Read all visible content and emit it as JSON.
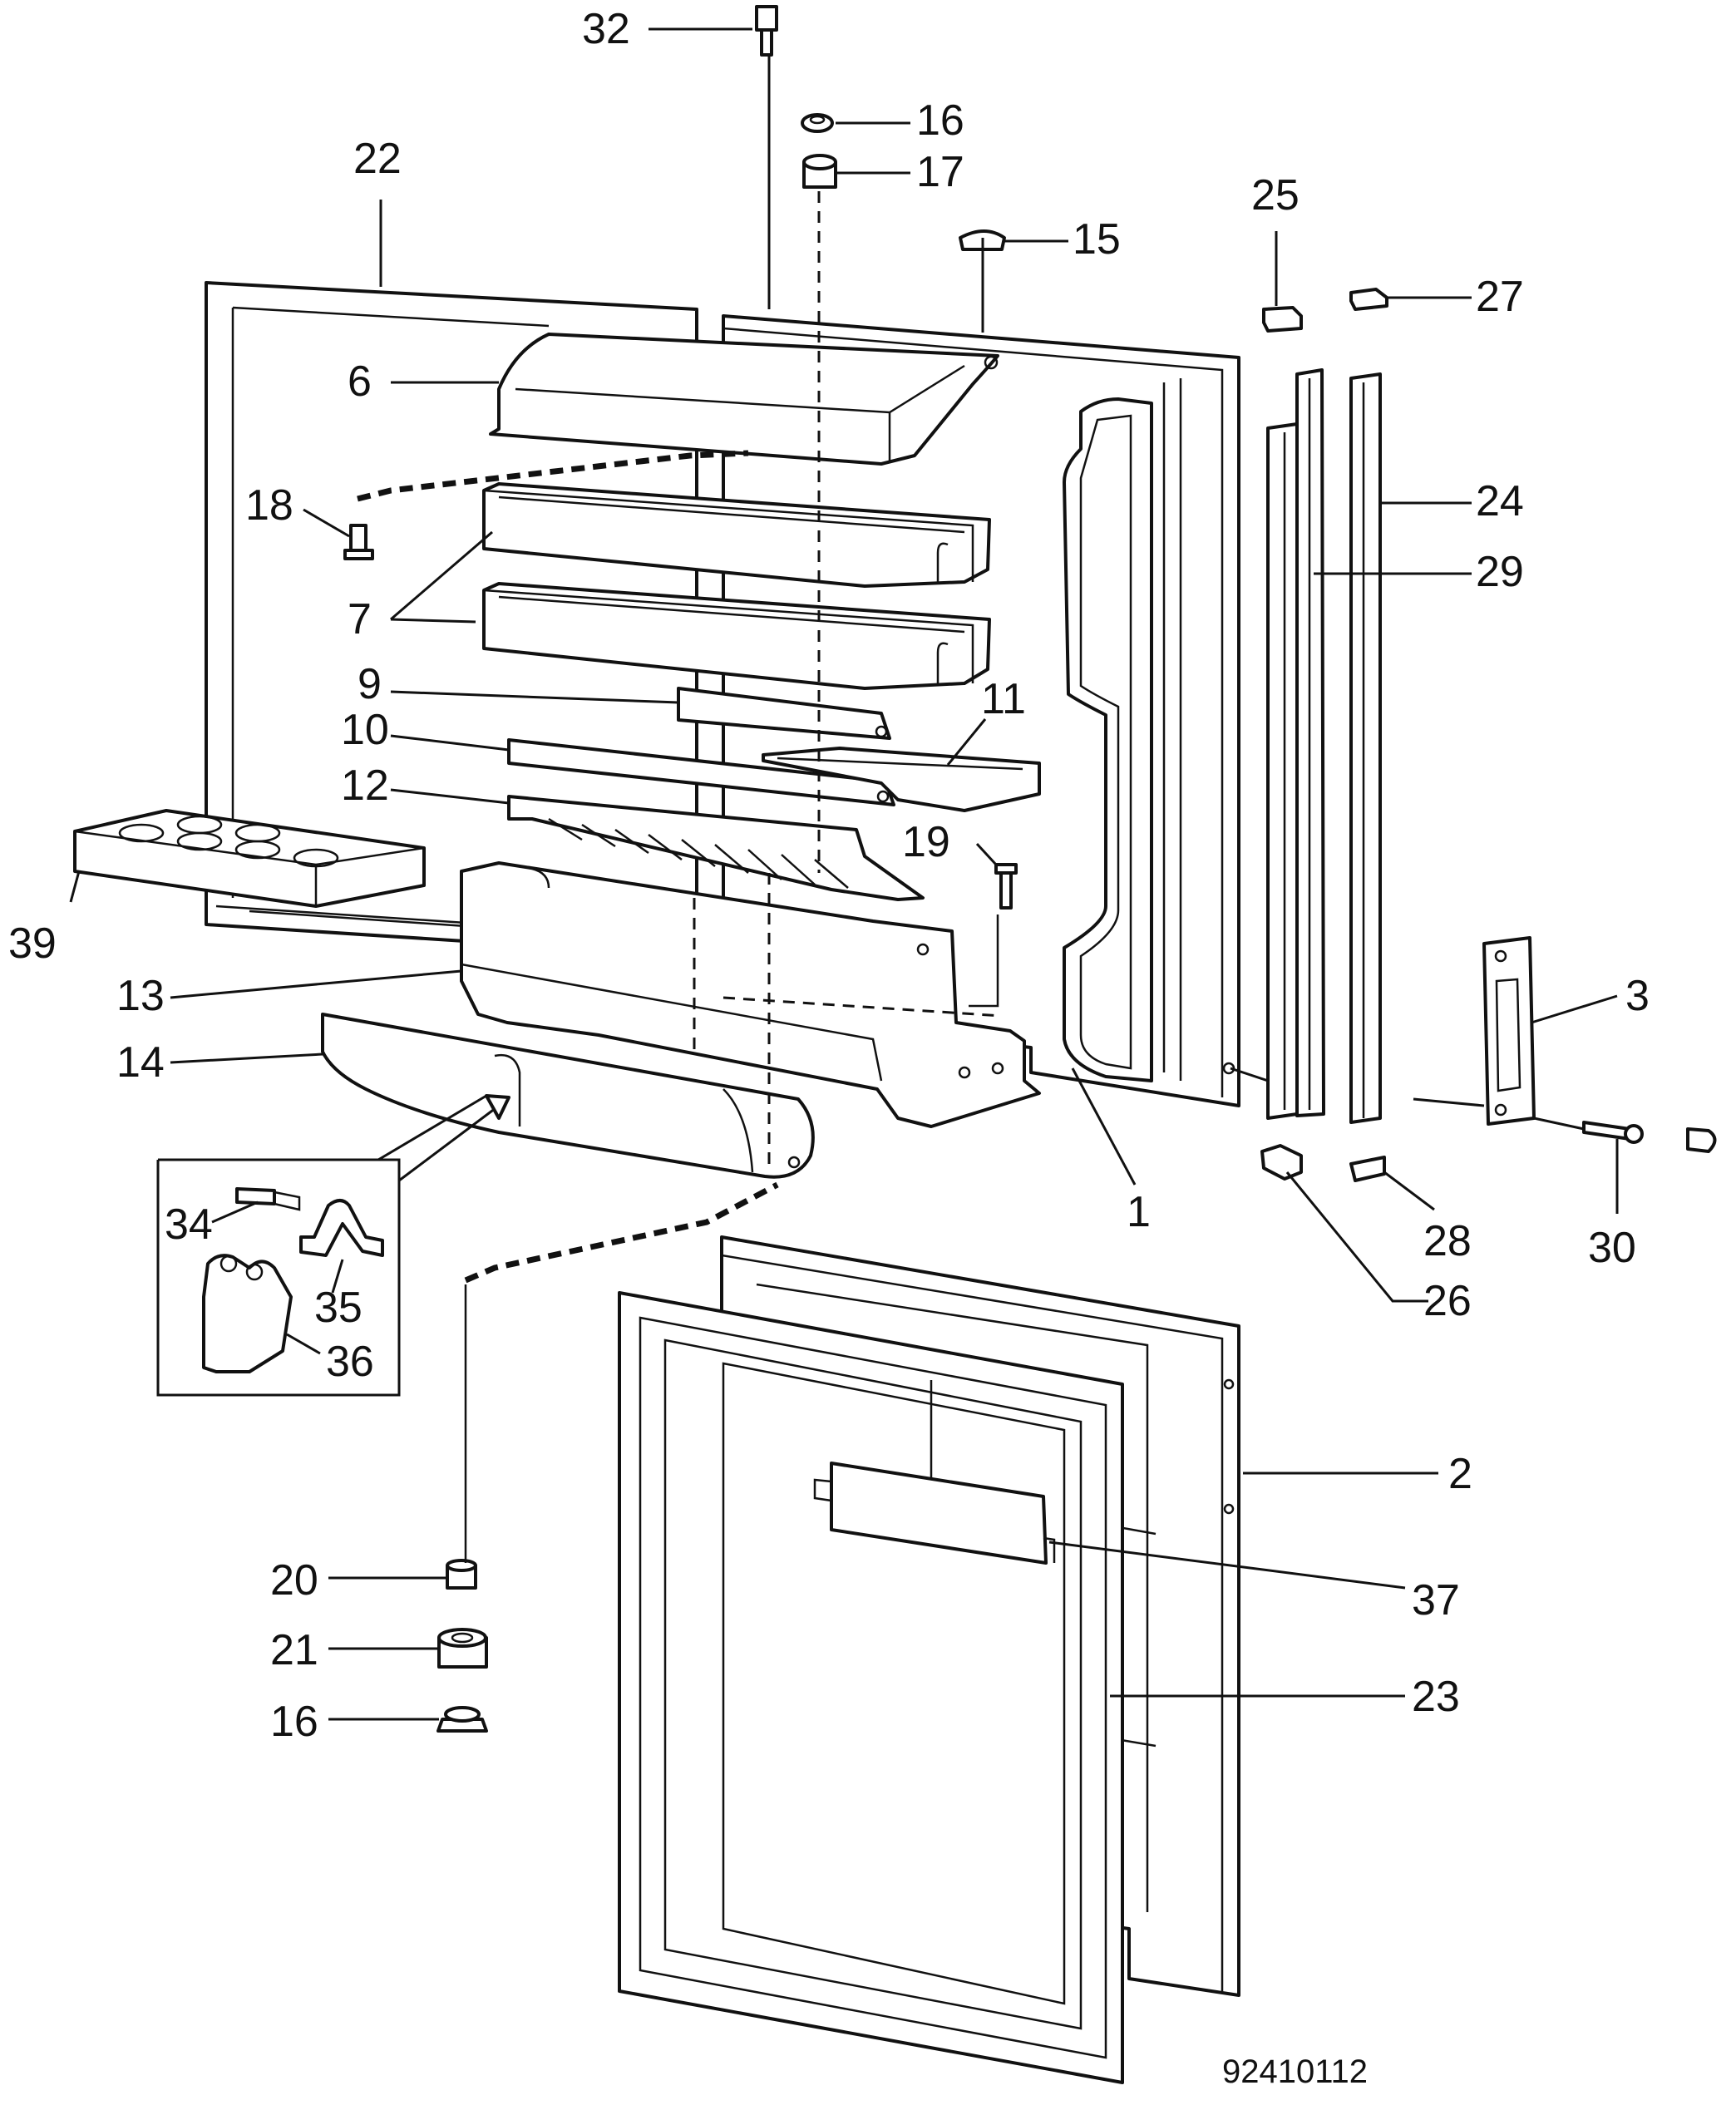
{
  "drawing_number": "92410112",
  "callouts": [
    {
      "id": "1",
      "text": "1"
    },
    {
      "id": "2",
      "text": "2"
    },
    {
      "id": "3",
      "text": "3"
    },
    {
      "id": "6",
      "text": "6"
    },
    {
      "id": "7",
      "text": "7"
    },
    {
      "id": "9",
      "text": "9"
    },
    {
      "id": "10",
      "text": "10"
    },
    {
      "id": "11",
      "text": "11"
    },
    {
      "id": "12",
      "text": "12"
    },
    {
      "id": "13",
      "text": "13"
    },
    {
      "id": "14",
      "text": "14"
    },
    {
      "id": "15",
      "text": "15"
    },
    {
      "id": "16a",
      "text": "16"
    },
    {
      "id": "16b",
      "text": "16"
    },
    {
      "id": "17",
      "text": "17"
    },
    {
      "id": "18",
      "text": "18"
    },
    {
      "id": "19",
      "text": "19"
    },
    {
      "id": "20",
      "text": "20"
    },
    {
      "id": "21",
      "text": "21"
    },
    {
      "id": "22",
      "text": "22"
    },
    {
      "id": "23",
      "text": "23"
    },
    {
      "id": "24",
      "text": "24"
    },
    {
      "id": "25",
      "text": "25"
    },
    {
      "id": "26",
      "text": "26"
    },
    {
      "id": "27",
      "text": "27"
    },
    {
      "id": "28",
      "text": "28"
    },
    {
      "id": "29",
      "text": "29"
    },
    {
      "id": "30",
      "text": "30"
    },
    {
      "id": "32",
      "text": "32"
    },
    {
      "id": "34",
      "text": "34"
    },
    {
      "id": "35",
      "text": "35"
    },
    {
      "id": "36",
      "text": "36"
    },
    {
      "id": "37",
      "text": "37"
    },
    {
      "id": "39",
      "text": "39"
    }
  ]
}
